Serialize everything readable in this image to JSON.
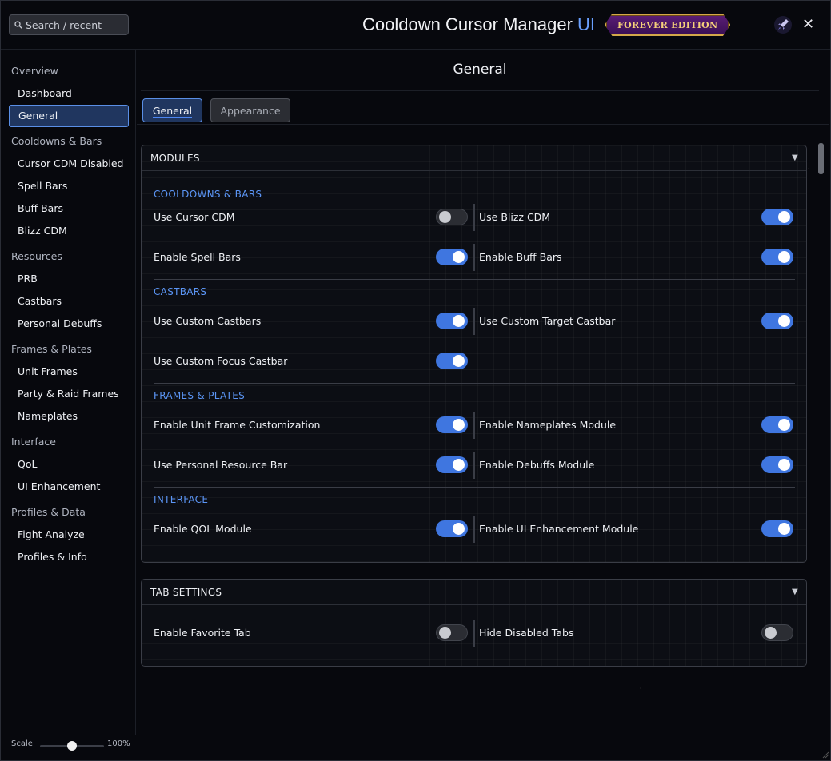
{
  "header": {
    "search_placeholder": "Search / recent",
    "title_main": "Cooldown Cursor Manager ",
    "title_accent": "UI",
    "badge": "FOREVER EDITION",
    "close_label": "✕"
  },
  "sidebar": {
    "groups": [
      {
        "label": "Overview",
        "items": [
          "Dashboard",
          "General"
        ]
      },
      {
        "label": "Cooldowns & Bars",
        "items": [
          "Cursor CDM Disabled",
          "Spell Bars",
          "Buff Bars",
          "Blizz CDM"
        ]
      },
      {
        "label": "Resources",
        "items": [
          "PRB",
          "Castbars",
          "Personal Debuffs"
        ]
      },
      {
        "label": "Frames & Plates",
        "items": [
          "Unit Frames",
          "Party & Raid Frames",
          "Nameplates"
        ]
      },
      {
        "label": "Interface",
        "items": [
          "QoL",
          "UI Enhancement"
        ]
      },
      {
        "label": "Profiles & Data",
        "items": [
          "Fight Analyze",
          "Profiles & Info"
        ]
      }
    ],
    "active_item": "General",
    "scale_label": "Scale",
    "scale_value": "100%"
  },
  "main": {
    "page_title": "General",
    "tabs": [
      {
        "label": "General",
        "active": true
      },
      {
        "label": "Appearance",
        "active": false
      }
    ],
    "modules": {
      "title": "MODULES",
      "sections": [
        {
          "title": "COOLDOWNS & BARS",
          "rows": [
            {
              "left": {
                "label": "Use Cursor CDM",
                "on": false
              },
              "right": {
                "label": "Use Blizz CDM",
                "on": true
              }
            },
            {
              "left": {
                "label": "Enable Spell Bars",
                "on": true
              },
              "right": {
                "label": "Enable Buff Bars",
                "on": true
              }
            }
          ]
        },
        {
          "title": "CASTBARS",
          "rows": [
            {
              "left": {
                "label": "Use Custom Castbars",
                "on": true
              },
              "right": {
                "label": "Use Custom Target Castbar",
                "on": true
              }
            },
            {
              "left": {
                "label": "Use Custom Focus Castbar",
                "on": true
              }
            }
          ]
        },
        {
          "title": "FRAMES & PLATES",
          "rows": [
            {
              "left": {
                "label": "Enable Unit Frame Customization",
                "on": true
              },
              "right": {
                "label": "Enable Nameplates Module",
                "on": true
              }
            },
            {
              "left": {
                "label": "Use Personal Resource Bar",
                "on": true
              },
              "right": {
                "label": "Enable Debuffs Module",
                "on": true
              }
            }
          ]
        },
        {
          "title": "INTERFACE",
          "rows": [
            {
              "left": {
                "label": "Enable QOL Module",
                "on": true
              },
              "right": {
                "label": "Enable UI Enhancement Module",
                "on": true
              }
            }
          ]
        }
      ]
    },
    "tab_settings": {
      "title": "TAB SETTINGS",
      "rows": [
        {
          "left": {
            "label": "Enable Favorite Tab",
            "on": false
          },
          "right": {
            "label": "Hide Disabled Tabs",
            "on": false
          }
        }
      ]
    }
  },
  "icons": {
    "search": "search-icon",
    "collapse": "caret-down-icon",
    "header": "rocket-icon",
    "close": "close-icon"
  },
  "colors": {
    "accent": "#3f76e0",
    "section_title": "#5b95f5",
    "active_bg": "#20365f",
    "badge_gold": "#d4a84a",
    "badge_purple": "#5a1e76"
  }
}
